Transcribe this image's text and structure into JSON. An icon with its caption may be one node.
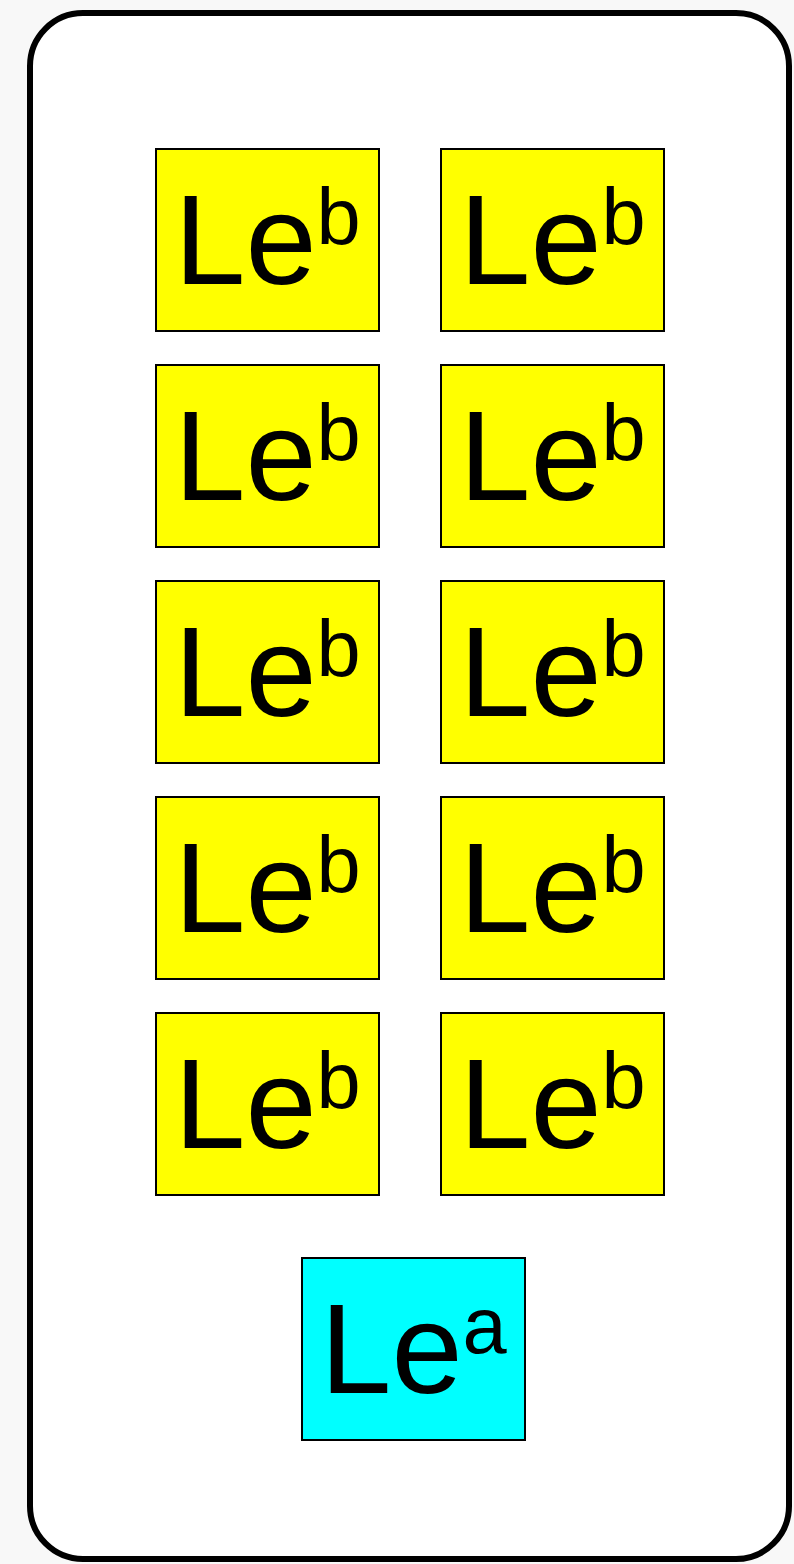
{
  "diagram": {
    "nodes": [
      {
        "text": [],
        "shape": "box"
      },
      {
        "text": [
          "Le$^{b}$"
        ],
        "in": 0
      },
      {
        "text": [
          "Le$^{b}$"
        ],
        "in": 0
      },
      {
        "text": [
          "Le$^{b}$"
        ],
        "in": 0
      },
      {
        "text": [
          "Le$^{b}$"
        ],
        "in": 0
      },
      {
        "text": [
          "Le$^{b}$"
        ],
        "in": 0
      },
      {
        "text": [
          "Le$^{b}$"
        ],
        "in": 0
      },
      {
        "text": [
          "Le$^{b}$"
        ],
        "in": 0
      },
      {
        "text": [
          "Le$^{b}$"
        ],
        "in": 0
      },
      {
        "text": [
          "Le$^{b}$"
        ],
        "in": 0
      },
      {
        "text": [
          "Le$^{b}$"
        ],
        "in": 0
      },
      {
        "text": [
          "Le$^{a}$"
        ],
        "in": 0
      }
    ],
    "edges": []
  }
}
